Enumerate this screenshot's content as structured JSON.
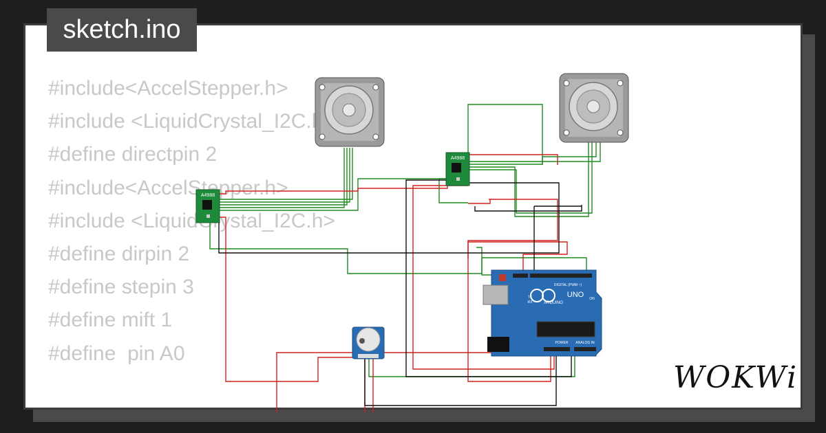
{
  "project": {
    "filename": "sketch.ino"
  },
  "code_lines": [
    "#include<AccelStepper.h>",
    "#include <LiquidCrystal_I2C.h>",
    "#define directpin 2",
    "#include<AccelStepper.h>",
    "#include <LiquidCrystal_I2C.h>",
    "#define dirpin 2",
    "#define stepin 3",
    "#define mift 1",
    "#define  pin A0"
  ],
  "components": {
    "driver_1_label": "A4988",
    "driver_2_label": "A4988",
    "arduino": {
      "model": "UNO",
      "brand": "ARDUINO",
      "digital_header": "DIGITAL (PWM ~)",
      "power_header": "POWER",
      "analog_header": "ANALOG IN",
      "on_label": "ON",
      "tx_label": "TX",
      "rx_label": "RX"
    }
  },
  "brand": {
    "name": "WOKWi"
  },
  "colors": {
    "wire_red": "#d42020",
    "wire_green": "#1f8a1f",
    "wire_black": "#111111",
    "board_blue": "#2a6cb3",
    "driver_green": "#1d8a3c",
    "motor_gray": "#9a9a9a"
  }
}
